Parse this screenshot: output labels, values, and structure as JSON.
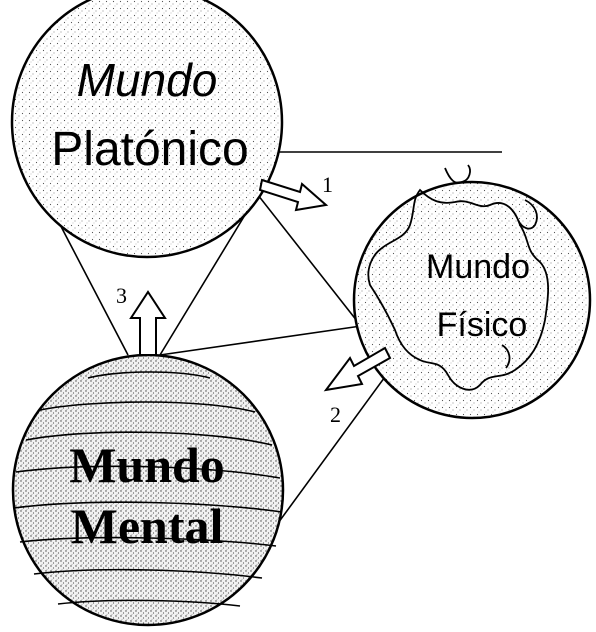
{
  "worlds": {
    "platonic": {
      "line1": "Mundo",
      "line2": "Platónico"
    },
    "physical": {
      "line1": "Mundo",
      "line2": "Físico"
    },
    "mental": {
      "line1": "Mundo",
      "line2": "Mental"
    }
  },
  "arrows": {
    "platonic_to_physical": "1",
    "physical_to_mental": "2",
    "mental_to_platonic": "3"
  },
  "colors": {
    "ink": "#000000",
    "paper": "#ffffff",
    "stipple": "#555555"
  }
}
